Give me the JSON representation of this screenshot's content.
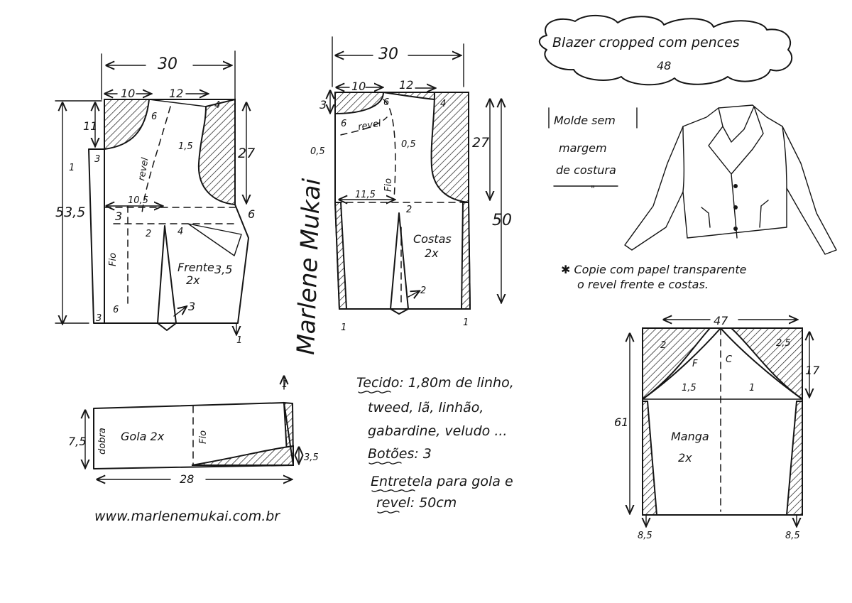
{
  "title": {
    "line1": "Blazer cropped com pences",
    "line2": "48"
  },
  "front": {
    "top_width": "30",
    "neck_width": "10",
    "shoulder": "12",
    "left_height": "53,5",
    "neck_depth": "11",
    "right_height": "27",
    "armhole_in": "1,5",
    "neck_offset": "6",
    "shoulder_drop": "4",
    "waist_width": "10,5",
    "waist_drop": "3",
    "side_6": "6",
    "dart_2": "2",
    "dart_4": "4",
    "dart_35": "3,5",
    "bottom_3": "3",
    "bottom_6": "6",
    "dart_bottom_3": "3",
    "left_mark_1": "1",
    "center_mark_3": "3",
    "hem_1": "1",
    "fold_label": "revel",
    "grain_label": "Fio",
    "piece_label": "Frente",
    "count": "2x"
  },
  "back": {
    "top_width": "30",
    "neck_width": "10",
    "shoulder": "12",
    "neck_rise": "3",
    "shoulder_drop": "4",
    "neck_offset": "6",
    "facing_6": "6",
    "facing_label": "revel",
    "side_05_left": "0,5",
    "side_05_right": "0,5",
    "armhole_27": "27",
    "height_50": "50",
    "waist_width": "11,5",
    "waist_drop": "2",
    "grain_label": "Fio",
    "piece_label": "Costas",
    "count": "2x",
    "dart_2": "2",
    "hem_left": "1",
    "hem_right": "1"
  },
  "signature": "Marlene Mukai",
  "note_box": {
    "line1": "Molde sem",
    "line2": "margem",
    "line3": "de costura",
    "ditto": "\""
  },
  "copy_note": {
    "line1": "✱ Copie com papel transparente",
    "line2": "o revel frente e costas."
  },
  "collar": {
    "height": "7,5",
    "fold_label": "dobra",
    "piece_label": "Gola 2x",
    "grain_label": "Fio",
    "width": "28",
    "right_rise": "3,5",
    "right_mark": "1"
  },
  "materials": {
    "line1": "Tecido: 1,80m de linho,",
    "line2": "tweed, lã, linhão,",
    "line3": "gabardine, veludo ...",
    "line4": "Botões: 3",
    "line5": "Entretela para gola e",
    "line6": "revel: 50cm"
  },
  "sleeve": {
    "top_width": "47",
    "cap_height": "17",
    "length": "61",
    "left_2": "2",
    "right_25": "2,5",
    "left_15": "1,5",
    "right_1": "1",
    "front_label": "F",
    "back_label": "C",
    "piece_label": "Manga",
    "count": "2x",
    "hem_left": "8,5",
    "hem_right": "8,5"
  },
  "website": "www.marlenemukai.com.br"
}
